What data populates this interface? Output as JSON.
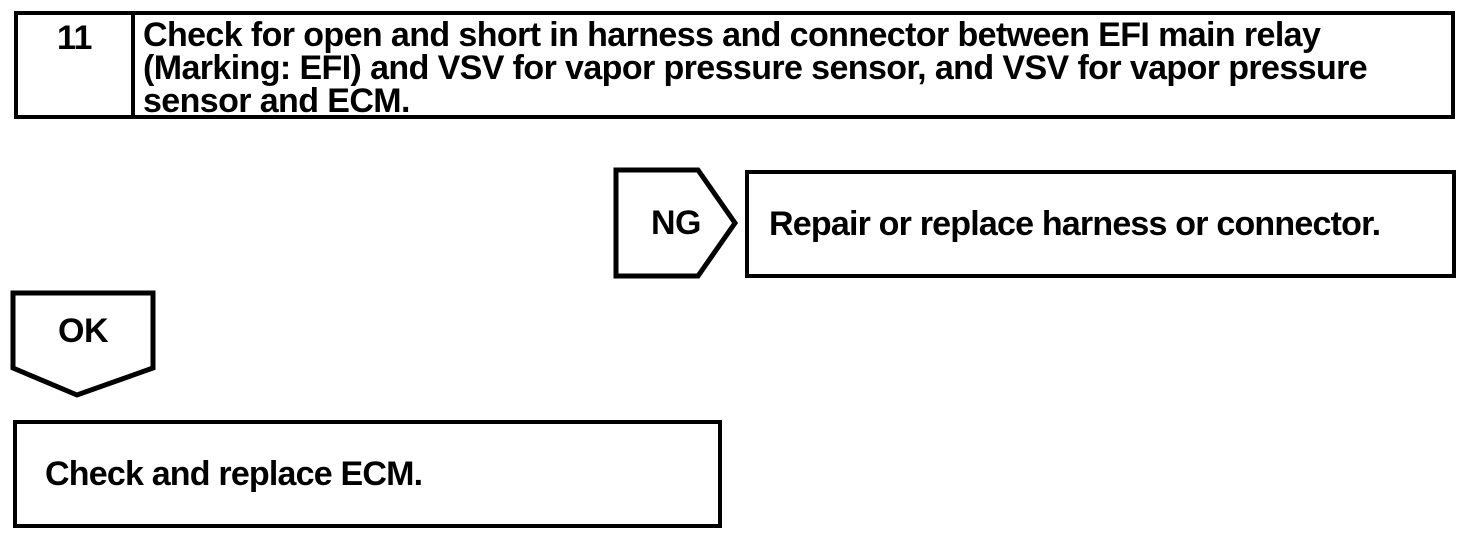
{
  "step": {
    "number": "11",
    "instruction_lines": [
      "Check for open and short in harness and connector between EFI main relay",
      "(Marking: EFI) and VSV for vapor pressure sensor, and VSV for vapor pressure",
      "sensor and ECM."
    ]
  },
  "ng_branch": {
    "label": "NG",
    "action": "Repair or replace harness or connector."
  },
  "ok_branch": {
    "label": "OK",
    "action": "Check and replace ECM."
  },
  "colors": {
    "ink": "#000000",
    "paper": "#ffffff"
  }
}
